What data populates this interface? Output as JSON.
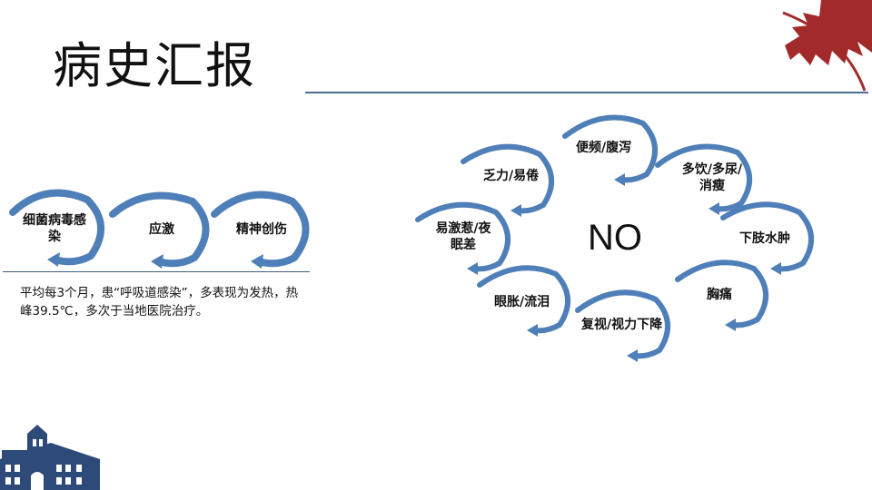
{
  "slide": {
    "title": "病史汇报",
    "description": "平均每3个月，患“呼吸道感染”，多表现为发热，热峰39.5℃，多次于当地医院治疗。",
    "center_label": "NO"
  },
  "triggers": [
    {
      "label": "细菌病毒感染"
    },
    {
      "label": "应激"
    },
    {
      "label": "精神创伤"
    }
  ],
  "symptoms": [
    {
      "label": "便频/腹泻"
    },
    {
      "label": "多饮/多尿/消瘦"
    },
    {
      "label": "下肢水肿"
    },
    {
      "label": "胸痛"
    },
    {
      "label": "复视/视力下降"
    },
    {
      "label": "眼胀/流泪"
    },
    {
      "label": "易激惹/夜眠差"
    },
    {
      "label": "乏力/易倦"
    }
  ],
  "colors": {
    "arrow": "#4f7fb8",
    "rule": "#4a6f93",
    "leaf": "#a32a2a",
    "building": "#2e4a78"
  }
}
